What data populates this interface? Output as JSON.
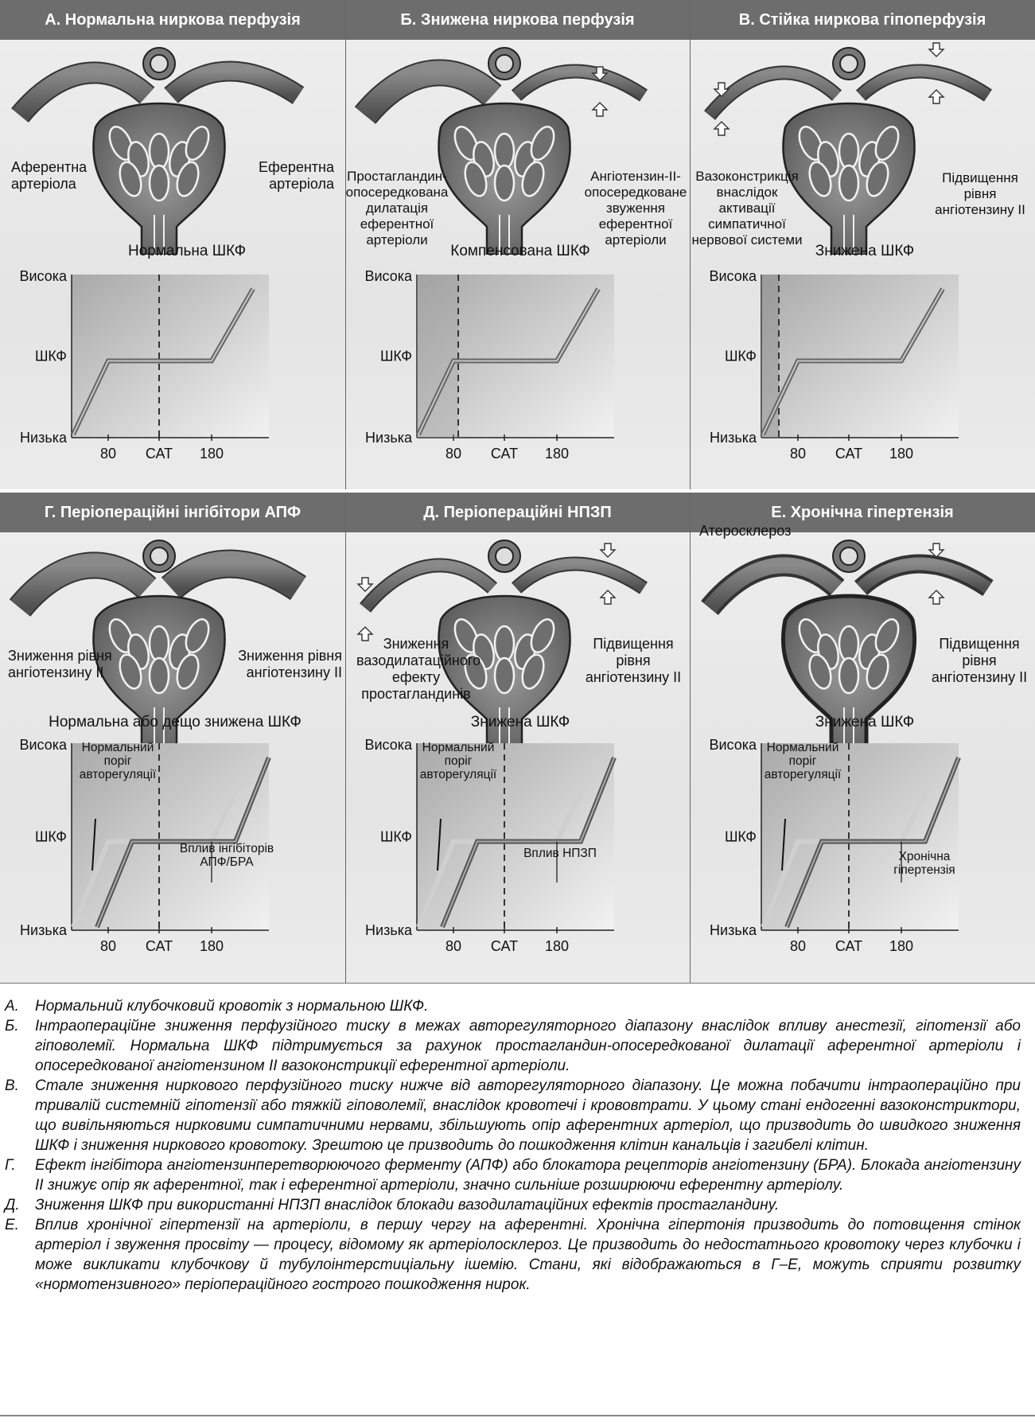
{
  "panels": [
    {
      "title": "А.  Нормальна ниркова перфузія",
      "gfr_title": "Нормальна ШКФ",
      "left_label": "Аферентна артеріола",
      "right_label": "Еферентна артеріола"
    },
    {
      "title": "Б. Знижена ниркова перфузія",
      "gfr_title": "Компенсована ШКФ",
      "left_label": "Простагландин-опосередкована дилатація еферентної артеріоли",
      "right_label": "Ангіотензин-ІІ-опосередковане звуження еферентної артеріоли"
    },
    {
      "title": "В.  Стійка ниркова гіпоперфузія",
      "gfr_title": "Знижена ШКФ",
      "left_label": "Вазоконстрикція внаслідок активації симпатичної нервової системи",
      "right_label": "Підвищення рівня ангіотензину ІІ"
    },
    {
      "title": "Г.  Періопераційні інгібітори АПФ",
      "gfr_title": "Нормальна або дещо знижена ШКФ",
      "left_label": "Зниження рівня ангіотензину ІІ",
      "right_label": "Зниження рівня ангіотензину ІІ",
      "threshold_label": "Нормальний поріг авторегуляції",
      "effect_label": "Вплив інгібіторів АПФ/БРА"
    },
    {
      "title": "Д.  Періопераційні НПЗП",
      "gfr_title": "Знижена ШКФ",
      "left_label": "Зниження вазодилатаційного ефекту простагландинів",
      "right_label": "Підвищення рівня ангіотензину ІІ",
      "threshold_label": "Нормальний поріг авторегуляції",
      "effect_label": "Вплив НПЗП"
    },
    {
      "title": "Е.  Хронічна гіпертензія",
      "gfr_title": "Знижена ШКФ",
      "top_label": "Атеросклероз",
      "right_label": "Підвищення рівня ангіотензину ІІ",
      "threshold_label": "Нормальний поріг авторегуляції",
      "effect_label": "Хронічна гіпертензія"
    }
  ],
  "axis": {
    "high": "Висока",
    "mid": "ШКФ",
    "low": "Низька",
    "ticks": [
      "80",
      "САТ",
      "180"
    ]
  },
  "captions": [
    {
      "letter": "А.",
      "text": "Нормальний клубочковий кровотік з нормальною ШКФ."
    },
    {
      "letter": "Б.",
      "text": "Інтраопераційне зниження перфузійного тиску в межах авторегуляторного діапазону внаслідок впливу анестезії, гіпотензії або гіповолемії. Нормальна ШКФ підтримується за рахунок простагландин-опосередкованої дилатації аферентної артеріоли і опосередкованої ангіотензином ІІ вазоконстрикції еферентної артеріоли."
    },
    {
      "letter": "В.",
      "text": "Стале зниження ниркового перфузійного тиску нижче від авторегуляторного діапазону. Це можна побачити інтраопераційно при тривалій системній гіпотензії або тяжкій гіповолемії, внаслідок кровотечі і крововтрати. У цьому стані ендогенні вазоконстриктори, що вивільняються нирковими симпатичними нервами, збільшують опір аферентних артеріол, що призводить до швидкого зниження ШКФ і зниження ниркового кровотоку. Зрештою це призводить до пошкодження клітин канальців і загибелі клітин."
    },
    {
      "letter": "Г.",
      "text": "Ефект інгібітора ангіотензинперетворюючого ферменту (АПФ) або блокатора рецепторів ангіотензину (БРА). Блокада ангіотензину ІІ знижує опір як аферентної, так і еферентної артеріоли, значно сильніше розширюючи еферентну артеріолу."
    },
    {
      "letter": "Д.",
      "text": "Зниження ШКФ при використанні НПЗП внаслідок блокади вазодилатаційних ефектів простагландину."
    },
    {
      "letter": "Е.",
      "text": "Вплив хронічної гіпертензії на артеріоли, в першу чергу на аферентні. Хронічна гіпертонія призводить до потовщення стінок артеріол і звуження просвіту — процесу, відомому як артеріолосклероз. Це призводить до недостатнього кровотоку через клубочки і може викликати клубочкову й тубулоінтерстиціальну ішемію. Стани, які відображаються в Г–Е, можуть сприяти розвитку «нормотензивного» періопераційного гострого пошкодження нирок."
    }
  ]
}
